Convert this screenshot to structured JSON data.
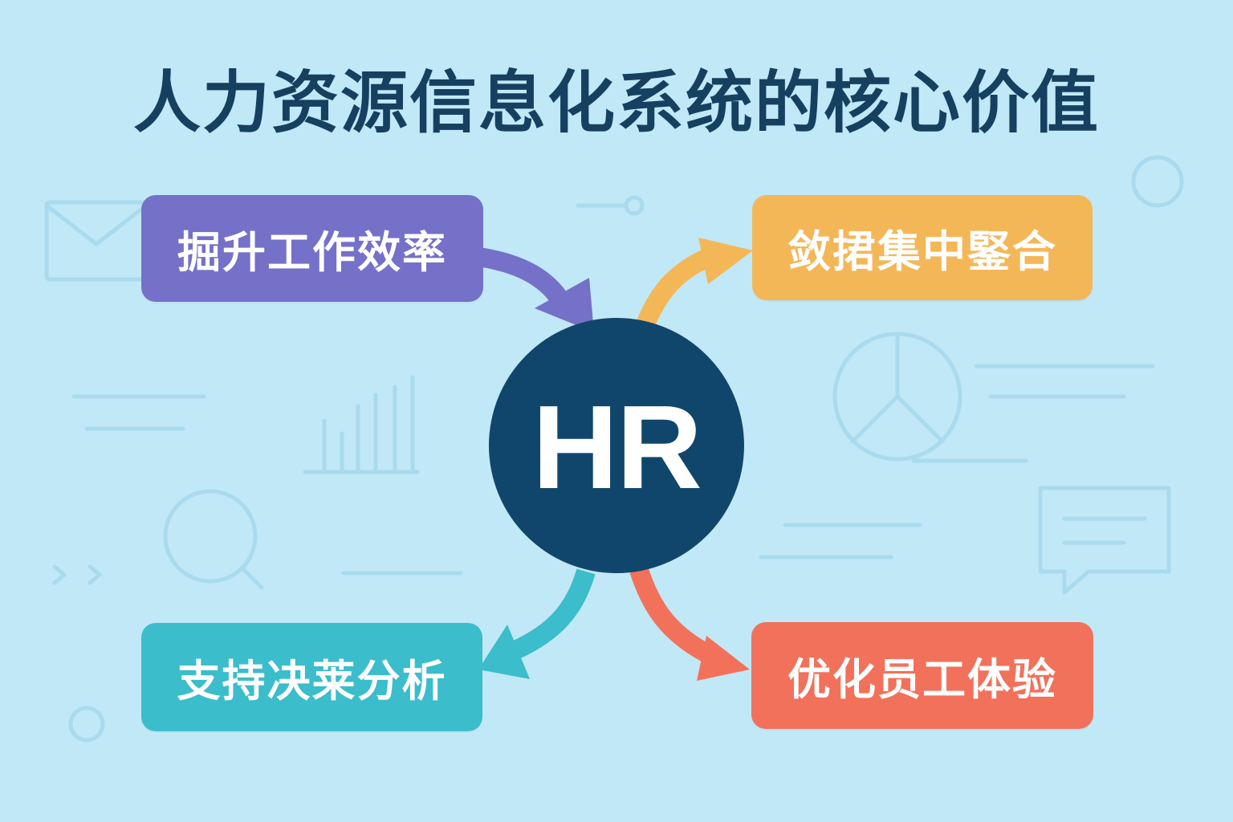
{
  "title": "人力资源信息化系统的核心价值",
  "hub": {
    "label": "HR",
    "color": "#10466b"
  },
  "nodes": [
    {
      "id": "top-left",
      "label": "掘升工作效率",
      "color": "#7570c8"
    },
    {
      "id": "top-right",
      "label": "敛捃集中鋻合",
      "color": "#f4b758"
    },
    {
      "id": "bottom-left",
      "label": "支持决莱分析",
      "color": "#3bbdcb"
    },
    {
      "id": "bottom-right",
      "label": "优化员工体验",
      "color": "#f2715b"
    }
  ],
  "edges": [
    {
      "from": "top-left",
      "to": "hub",
      "color": "#7570c8"
    },
    {
      "from": "hub",
      "to": "top-right",
      "color": "#f4b758"
    },
    {
      "from": "hub",
      "to": "bottom-left",
      "color": "#3bbdcb"
    },
    {
      "from": "hub",
      "to": "bottom-right",
      "color": "#f2715b"
    }
  ],
  "background": {
    "color": "#c1e8f6",
    "decoration_color": "#a9daee",
    "icons": [
      "mail-icon",
      "bar-chart-icon",
      "search-icon",
      "pie-chart-icon",
      "chat-bubble-icon",
      "circle-icon",
      "node-icon",
      "chevron-icon"
    ]
  }
}
